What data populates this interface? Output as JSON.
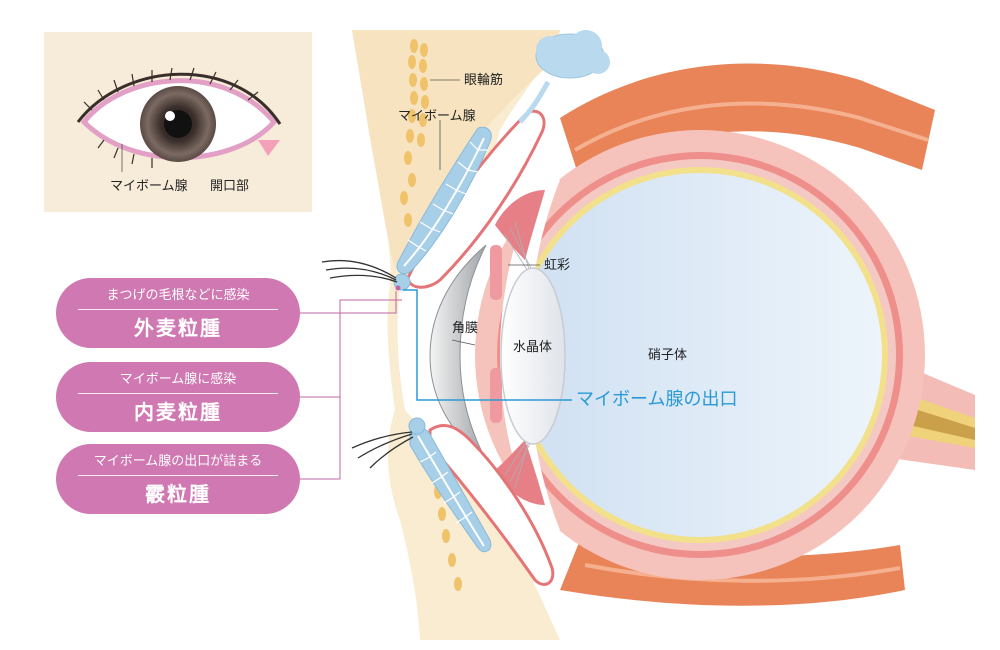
{
  "inset": {
    "label_meibomian": "マイボーム腺",
    "label_opening": "開口部"
  },
  "labels": {
    "orbicularis": "眼輪筋",
    "meibomian": "マイボーム腺",
    "iris": "虹彩",
    "cornea": "角膜",
    "lens": "水晶体",
    "vitreous": "硝子体",
    "meibomian_opening": "マイボーム腺の出口"
  },
  "conditions": [
    {
      "cause": "まつげの毛根などに感染",
      "name": "外麦粒腫"
    },
    {
      "cause": "マイボーム腺に感染",
      "name": "内麦粒腫"
    },
    {
      "cause": "マイボーム腺の出口が詰まる",
      "name": "霰粒腫"
    }
  ],
  "colors": {
    "pill": "#cf78b1",
    "leader": "#c066a6",
    "blue_leader": "#2a9ad6",
    "skin": "#f9ecd0",
    "muscle": "#e98358",
    "sclera_pink": "#f3bcb6",
    "vitreous": "#ddeaf6",
    "gland": "#a8cfe8"
  }
}
